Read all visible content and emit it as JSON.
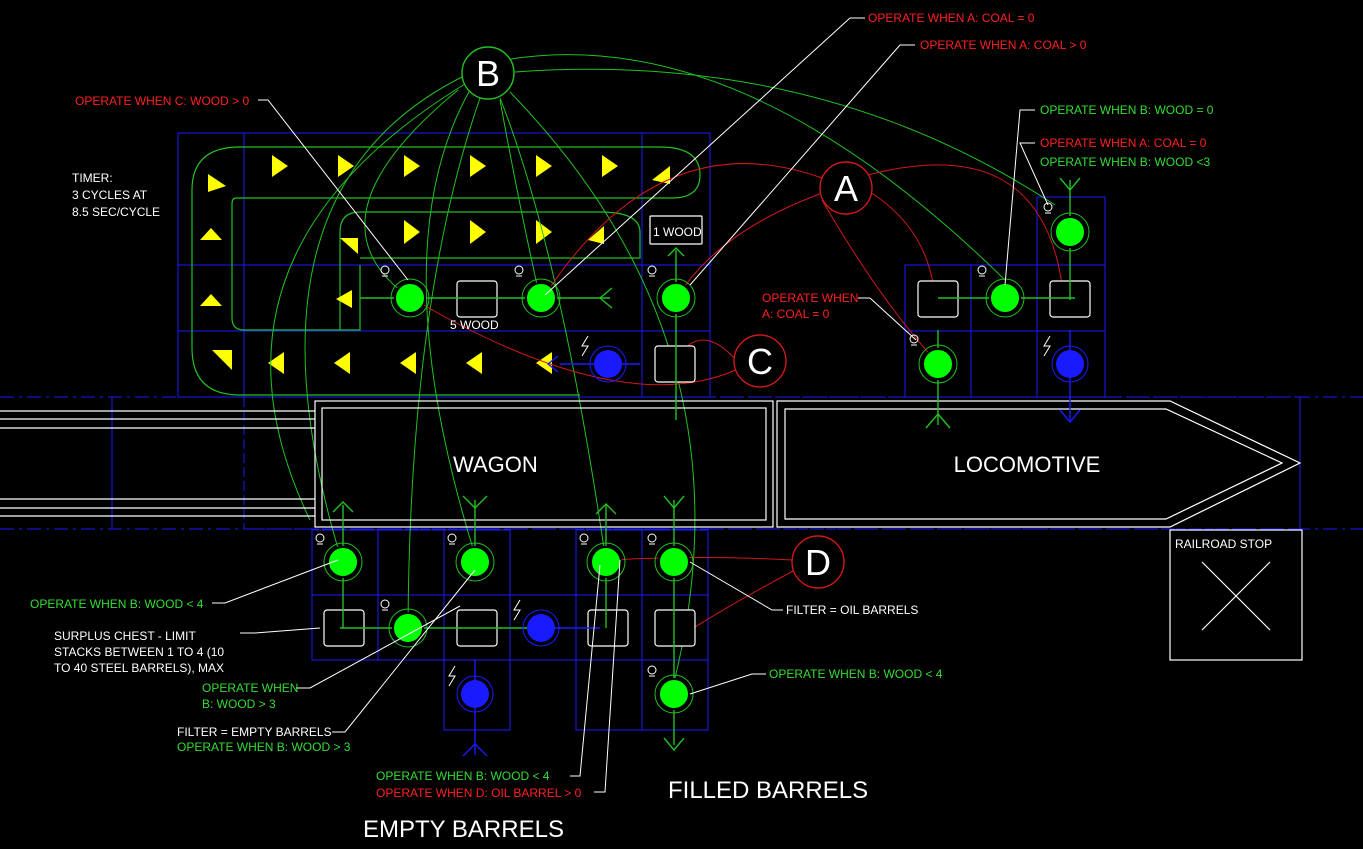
{
  "colors": {
    "background": "#000000",
    "grid": "#1a1aff",
    "green_wire": "#22c022",
    "red_wire": "#d01818",
    "yellow": "#ffff00",
    "node_green": "#00ff00",
    "node_blue": "#1a1aff",
    "white": "#ffffff",
    "label_red": "#ff2020",
    "label_green": "#33dd33"
  },
  "nodes": {
    "A": "A",
    "B": "B",
    "C": "C",
    "D": "D"
  },
  "labels": {
    "wagon": "WAGON",
    "locomotive": "LOCOMOTIVE",
    "railroad_stop": "RAILROAD STOP",
    "empty_barrels": "EMPTY BARRELS",
    "filled_barrels": "FILLED BARRELS",
    "five_wood": "5 WOOD",
    "one_wood": "1 WOOD",
    "timer_1": "TIMER:",
    "timer_2": "3 CYCLES AT",
    "timer_3": "8.5 SEC/CYCLE"
  },
  "annotations": {
    "op_a_coal_0": "OPERATE WHEN A: COAL = 0",
    "op_a_coal_gt0": "OPERATE WHEN A: COAL > 0",
    "op_c_wood_gt0": "OPERATE WHEN C: WOOD > 0",
    "op_b_wood_0": "OPERATE WHEN B: WOOD = 0",
    "op_a_coal_0_b": "OPERATE WHEN A: COAL = 0",
    "op_b_wood_lt3": "OPERATE WHEN B: WOOD <3",
    "op_when_1": "OPERATE WHEN",
    "op_when_2": "A: COAL = 0",
    "op_b_wood_lt4_left": "OPERATE WHEN B: WOOD < 4",
    "surplus_1": "SURPLUS CHEST - LIMIT",
    "surplus_2": "STACKS BETWEEN 1 TO 4 (10",
    "surplus_3": "TO 40 STEEL BARRELS), MAX",
    "op_b_gt3_1": "OPERATE WHEN",
    "op_b_gt3_2": "B: WOOD > 3",
    "filter_empty": "FILTER = EMPTY BARRELS",
    "op_b_wood_gt3": "OPERATE WHEN B: WOOD > 3",
    "op_b_wood_lt4_mid": "OPERATE WHEN B: WOOD < 4",
    "op_d_oil": "OPERATE WHEN D: OIL BARREL > 0",
    "filter_oil": "FILTER = OIL BARRELS",
    "op_b_wood_lt4_right": "OPERATE WHEN B: WOOD < 4"
  }
}
